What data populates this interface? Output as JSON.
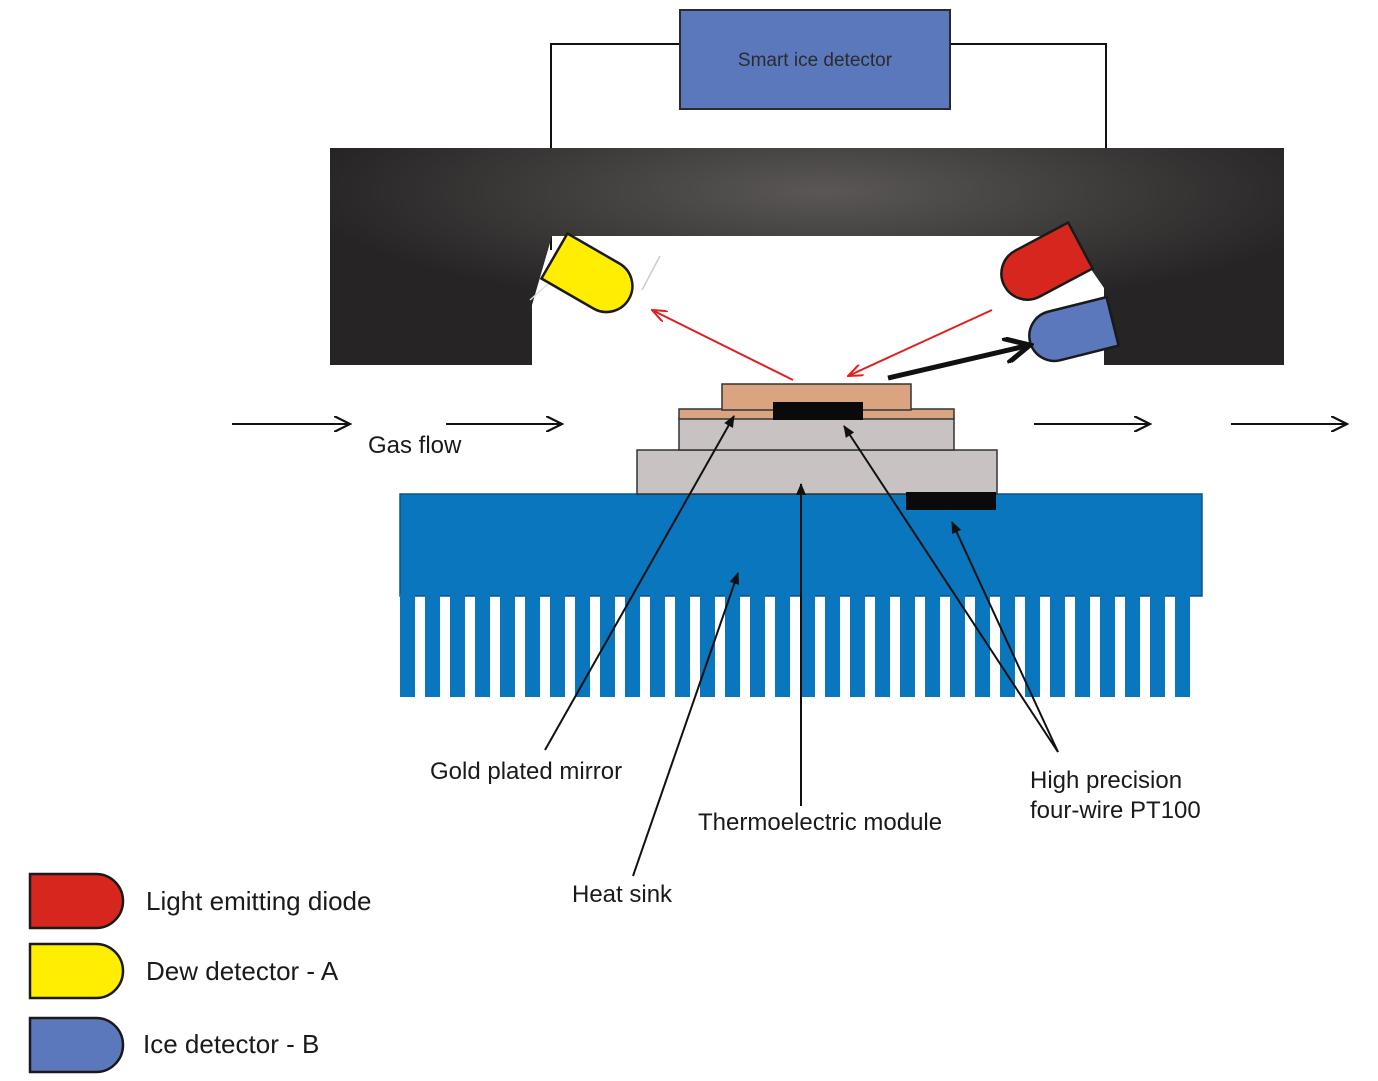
{
  "detector_box": {
    "label": "Smart ice detector"
  },
  "flow": {
    "label": "Gas flow"
  },
  "callouts": {
    "mirror": "Gold plated mirror",
    "thermoelectric": "Thermoelectric module",
    "heat_sink": "Heat sink",
    "pt100_line1": "High precision",
    "pt100_line2": "four-wire PT100"
  },
  "legend": [
    {
      "label": "Light emitting diode",
      "color": "#d7261e"
    },
    {
      "label": "Dew detector - A",
      "color": "#ffee00"
    },
    {
      "label": "Ice detector - B",
      "color": "#5b78bd"
    }
  ],
  "colors": {
    "housing": "#2f2d2c",
    "heat_sink": "#0a76bd",
    "gold_mirror": "#d9a47f",
    "module": "#c8c2c2",
    "red_beam": "#e02020",
    "sensor_black": "#0a0a0a"
  },
  "icons": {
    "led": "led-bullet-icon",
    "dew_detector": "dew-detector-bullet-icon",
    "ice_detector": "ice-detector-bullet-icon"
  }
}
